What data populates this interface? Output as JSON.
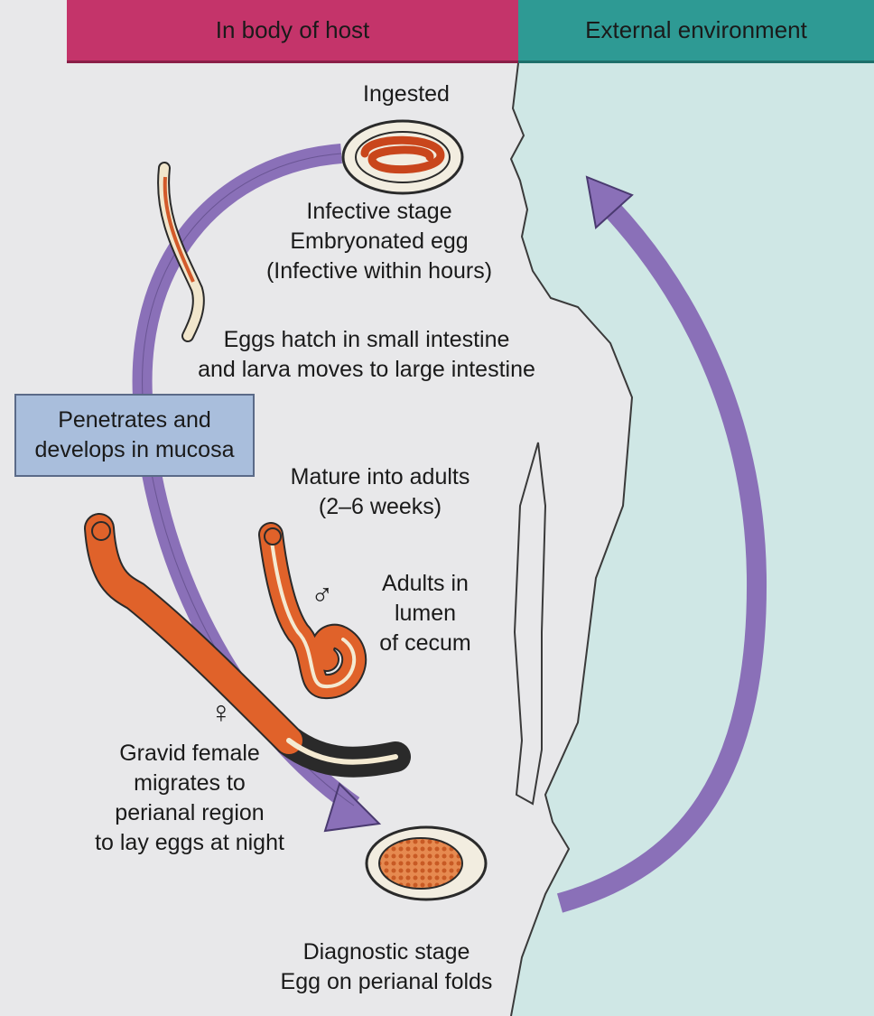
{
  "header": {
    "host_label": "In body of host",
    "environment_label": "External environment"
  },
  "labels": {
    "ingested": "Ingested",
    "infective_stage": "Infective stage\nEmbryonated egg\n(Infective within hours)",
    "eggs_hatch": "Eggs hatch in small intestine\nand larva moves to large intestine",
    "penetrates": "Penetrates and\ndevelops in mucosa",
    "mature": "Mature into adults\n(2–6 weeks)",
    "adults_lumen": "Adults in\nlumen\nof cecum",
    "gravid_female": "Gravid female\nmigrates to\nperianal region\nto lay eggs at night",
    "diagnostic_stage": "Diagnostic stage\nEgg on perianal folds",
    "male_symbol": "♂",
    "female_symbol": "♀"
  },
  "colors": {
    "host_header": "#c4346a",
    "environment_header": "#2e9a94",
    "environment_background": "#cde6e4",
    "arrow": "#8a70b8",
    "box": "#a9bedc",
    "worm": "#e0622a"
  }
}
